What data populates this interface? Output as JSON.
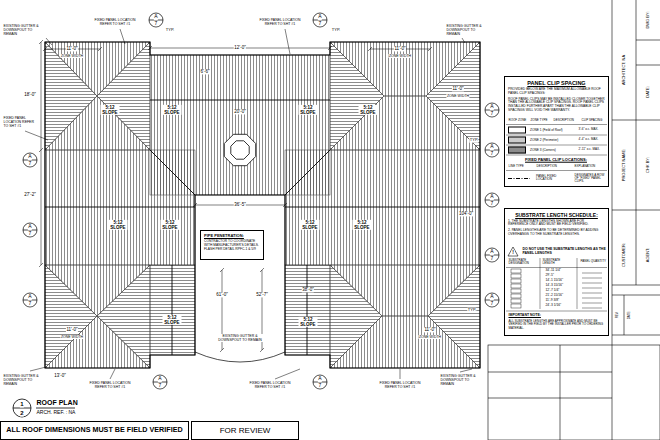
{
  "diagram": {
    "nodes": [
      {
        "text": [
          "PANEL CLIP SPACING",
          "PROVIDED BELOW ARE THE MAXIMUM ALLOWABLE ROOF PANEL CLIP SPACINGS:",
          "ROOF PANEL CLIPS MAY BE INSTALLED CLOSER TOGETHER THAN THE ALLOWABLE CLIP SPACINGS. ROOF PANEL CLIPS INSTALLED FURTHER APART THAN THE ALLOWABLE CLIP SPACINGS WILL VOID THE WARRANTY."
        ]
      },
      {
        "text": [
          "SUBSTRATE LENGTH SCHEDULE:",
          "1. THE SUBSTRATE LENGTHS SHOWN ARE FOR REFERENCE ONLY AND MUST BE FIELD VERIFIED.",
          "2. PANEL LENGTHS ARE TO BE DETERMINED BY ADDING OVERHANGS TO THE SUBSTRATE LENGTHS."
        ]
      },
      {
        "text": [
          "PIPE PENETRATION:",
          "CONTRACTOR TO COORDINATE WITH MANUFACTURER'S DETAILS. FLASH PER DETAIL RPFC-1 & 5/9"
        ]
      },
      {
        "text": [
          "ALL ROOF DIMENSIONS MUST BE FIELD VERIFIED"
        ]
      },
      {
        "text": [
          "FOR REVIEW"
        ]
      }
    ],
    "labels": [
      "EXISTING GUTTER & DOWNSPOUT TO REMAIN",
      "11'-0\"",
      "ZONE WIDTH",
      "FIXED PANEL LOCATION REFER TO SHT #1",
      "12'-0\"",
      "6'-6\"",
      "20'-0\"",
      "FIXED PANEL LOCATION REFER TO SHT #1",
      "11'-0\"",
      "ZONE WIDTH",
      "EXISTING GUTTER & DOWNSPOUT TO REMAIN",
      "11'-0\"",
      "ZONE WIDTH",
      "FIXED PANEL LOCATION REFER TO SHT #1",
      "18'-0\"",
      "27'-2\"",
      "5:12 SLOPE",
      "5:12 SLOPE",
      "5:12 SLOPE",
      "5:12 SLOPE",
      "5:12 SLOPE",
      "5:12 SLOPE",
      "5:12 SLOPE",
      "5:12 SLOPE",
      "5:12 SLOPE",
      "5:12 SLOPE",
      "TYP.",
      "TYP.",
      "TYP.",
      "TYP.",
      "104'-0\"",
      "36'-5\"",
      "61'-0\"",
      "52'-7\"",
      "38'-0\"",
      "EXISTING GUTTER & DOWNSPOUT TO REMAIN",
      "11'-0\"",
      "ZONE WIDTH",
      "11'-0\"",
      "ZONE WIDTH",
      "EXISTING GUTTER & DOWNSPOUT TO REMAIN",
      "13'-0\"",
      "FIXED PANEL LOCATION REFER TO SHT #1",
      "FIXED PANEL LOCATION REFER TO SHT #1",
      "FIXED PANEL LOCATION REFER TO SHT #1",
      "EXISTING GUTTER & DOWNSPOUT TO REMAIN",
      "1",
      "2",
      "ROOF PLAN",
      "ARCH. REF. : NA",
      "A",
      "7",
      "A",
      "7",
      "A",
      "7",
      "A",
      "7",
      "A",
      "7",
      "A",
      "7",
      "A",
      "7",
      "A",
      "7",
      "A",
      "7",
      "A",
      "7",
      "A",
      "7",
      "A",
      "7",
      "ROOF ZONE",
      "ZONE TYPE",
      "DESCRIPTION",
      "CLIP SPACING",
      "3'-6\" o.c. MAX.",
      "4'-4\" o.c. MAX.",
      "2'-11\" o.c. MAX.",
      "FIXED PANEL CLIP LOCATIONS:",
      "LINE TYPE",
      "DESCRIPTION",
      "EXPLANATION",
      "DESIGNATES A ROW OF \"FIXED\" PANEL CLIPS.",
      "!",
      "DO NOT USE THE SUBSTRATE LENGTHS AS THE PANEL LENGTHS",
      "SUBSTRATE DESIGNATION",
      "SUBSTRATE LENGTH",
      "PANEL QUANTITY",
      "34'-11 1/4\"",
      "29'-5\"",
      "14'-1 15/16\"",
      "14'-3 15/16\"",
      "12'-7 1/4\"",
      "21'-2 15/16\"",
      "11'-9 3/8\"",
      "24'-3 1/16\"",
      "IMPORTANT NOTE:",
      "ALL SUBSTRATE LENGTHS ARE APPROXIMATE AND MUST BE VERIFIED IN THE FIELD BY THE INSTALLER PRIOR TO ORDERING MATERIAL.",
      "ARCHITECT: NA",
      "PROJECT NAME:",
      "CUSTOMER:",
      "AGENT:",
      "DWG BY:",
      "DATE:",
      "CHK BY:",
      "REV.",
      "DATE:"
    ],
    "legend": [
      {
        "text": "ZONE 1 (Field of Roof)",
        "color": "#ffffff"
      },
      {
        "text": "ZONE 2 (Perimeter)",
        "color": "#cccccc"
      },
      {
        "text": "ZONE 3 (Corners)",
        "color": "#8c8c8c"
      },
      {
        "text": "PANEL FIXED LOCATION"
      }
    ]
  }
}
